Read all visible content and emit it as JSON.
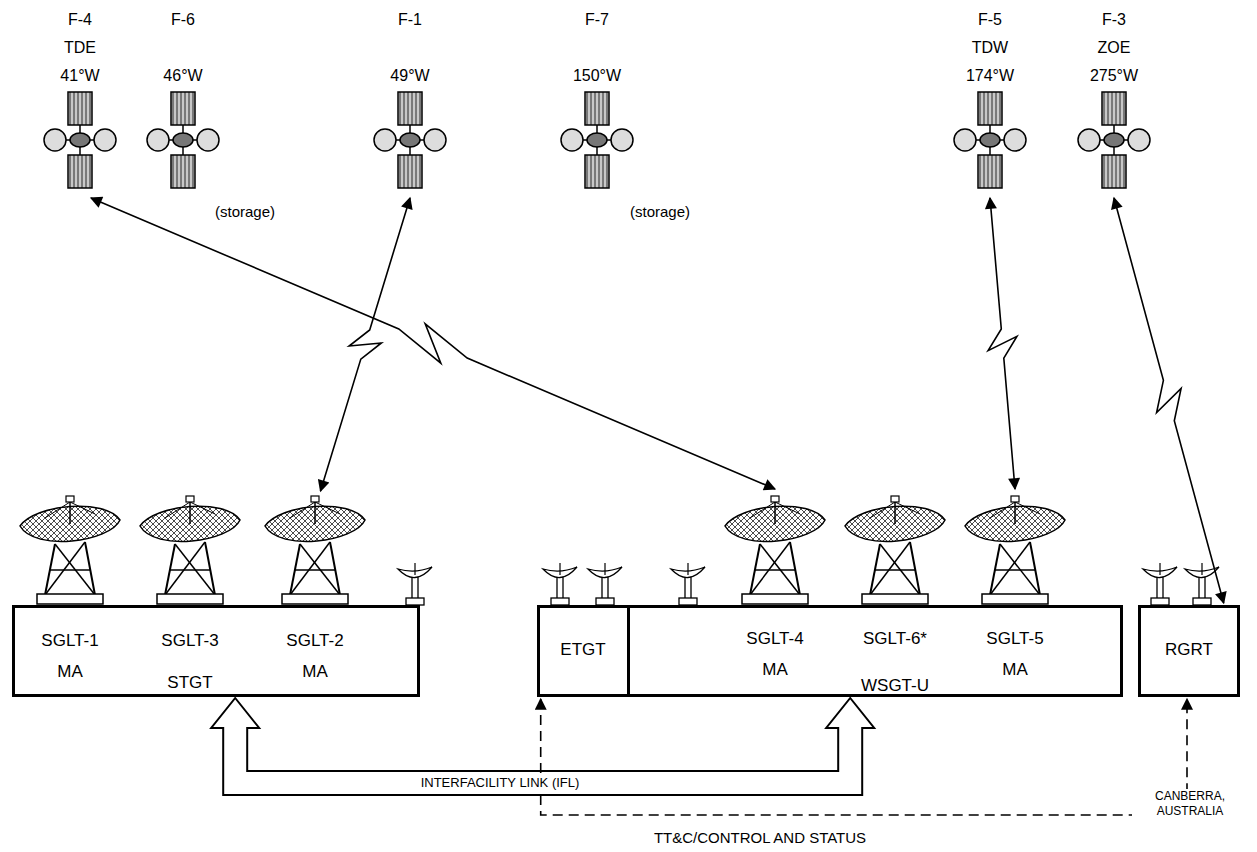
{
  "diagram": {
    "nodes": [
      {
        "text": [
          "F-4 TDE 41°W"
        ]
      },
      {
        "text": [
          "F-6 46°W",
          "(storage)"
        ]
      },
      {
        "text": [
          "F-1 49°W"
        ]
      },
      {
        "text": [
          "F-7 150°W",
          "(storage)"
        ]
      },
      {
        "text": [
          "F-5 TDW 174°W"
        ]
      },
      {
        "text": [
          "F-3 ZOE 275°W"
        ]
      },
      {
        "text": [
          "STGT"
        ]
      },
      {
        "text": [
          "SGLT-1 MA"
        ],
        "in": 6
      },
      {
        "text": [
          "SGLT-3"
        ],
        "in": 6
      },
      {
        "text": [
          "SGLT-2 MA"
        ],
        "in": 6
      },
      {
        "text": [
          "ETGT"
        ]
      },
      {
        "text": [
          "WSGT-U"
        ]
      },
      {
        "text": [
          "SGLT-4 MA"
        ],
        "in": 11
      },
      {
        "text": [
          "SGLT-6*"
        ],
        "in": 11
      },
      {
        "text": [
          "SGLT-5 MA"
        ],
        "in": 11
      },
      {
        "text": [
          "RGRT"
        ]
      }
    ],
    "edges": [
      {
        "from": 0,
        "to": 12,
        "arrow": "both"
      },
      {
        "from": 2,
        "to": 9,
        "arrow": "both"
      },
      {
        "from": 4,
        "to": 14,
        "arrow": "both"
      },
      {
        "from": 5,
        "to": 15,
        "arrow": "both"
      },
      {
        "from": 6,
        "to": 11,
        "label": "INTERFACILITY LINK (IFL)",
        "arrow": "both"
      },
      {
        "from": 10,
        "to": 15,
        "label": "TT&C/CONTROL AND STATUS",
        "arrow": "both"
      }
    ],
    "labels": [
      "CANBERRA, AUSTRALIA"
    ]
  }
}
